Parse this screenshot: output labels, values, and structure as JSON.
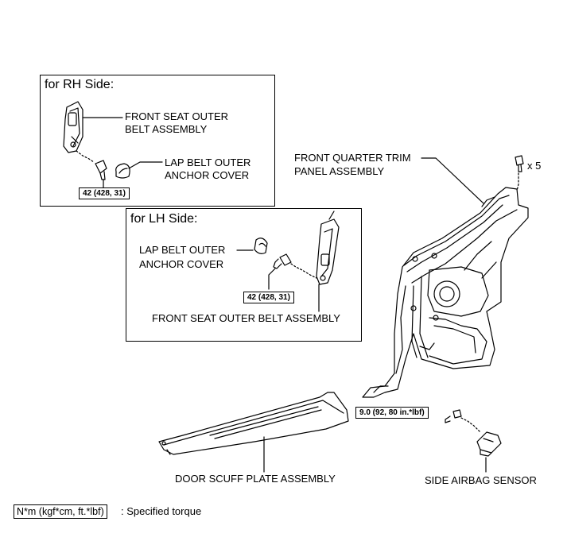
{
  "rh_box": {
    "title": "for RH Side:",
    "belt_label_1": "FRONT SEAT OUTER",
    "belt_label_2": "BELT ASSEMBLY",
    "cover_label_1": "LAP BELT OUTER",
    "cover_label_2": "ANCHOR COVER",
    "torque": "42 (428, 31)"
  },
  "lh_box": {
    "title": "for LH Side:",
    "cover_label_1": "LAP BELT OUTER",
    "cover_label_2": "ANCHOR COVER",
    "torque": "42 (428, 31)",
    "belt_label": "FRONT SEAT OUTER BELT ASSEMBLY"
  },
  "trim": {
    "label_1": "FRONT QUARTER TRIM",
    "label_2": "PANEL ASSEMBLY",
    "clip_count": "x 5"
  },
  "sensor": {
    "torque": "9.0 (92, 80 in.*lbf)",
    "label": "SIDE AIRBAG SENSOR"
  },
  "scuff": {
    "label": "DOOR SCUFF PLATE ASSEMBLY"
  },
  "legend": {
    "unit": "N*m (kgf*cm, ft.*lbf)",
    "description": ": Specified torque"
  }
}
